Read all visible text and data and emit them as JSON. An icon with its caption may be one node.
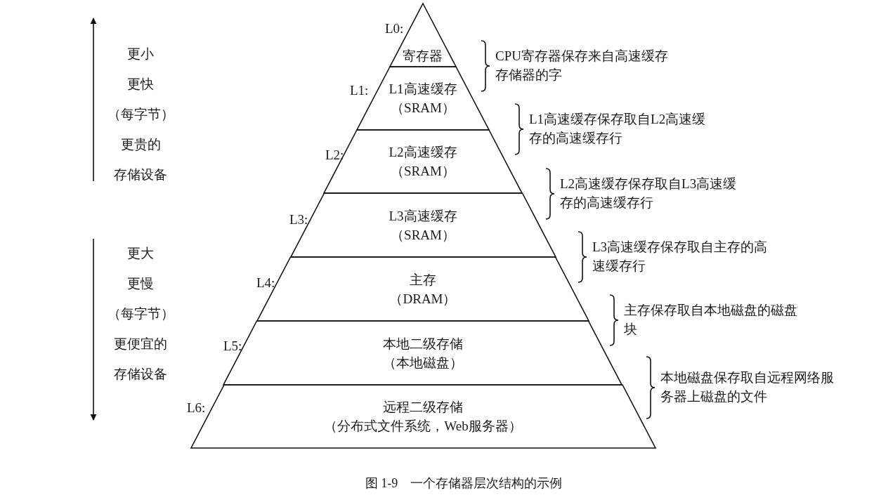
{
  "diagram": {
    "caption": "图 1-9　一个存储器层次结构的示例",
    "nodes": [
      {
        "text": [
          "寄存器"
        ],
        "beside": [
          "L0:"
        ]
      },
      {
        "text": [
          "L1高速缓存",
          "（SRAM）"
        ],
        "beside": [
          "L1:"
        ]
      },
      {
        "text": [
          "L2高速缓存",
          "（SRAM）"
        ],
        "beside": [
          "L2:"
        ]
      },
      {
        "text": [
          "L3高速缓存",
          "（SRAM）"
        ],
        "beside": [
          "L3:"
        ]
      },
      {
        "text": [
          "主存",
          "（DRAM）"
        ],
        "beside": [
          "L4:"
        ]
      },
      {
        "text": [
          "本地二级存储",
          "（本地磁盘）"
        ],
        "beside": [
          "L5:"
        ]
      },
      {
        "text": [
          "远程二级存储",
          "（分布式文件系统，Web服务器）"
        ],
        "beside": [
          "L6:"
        ]
      }
    ],
    "edges": [],
    "labels": [
      "更小",
      "更快",
      "（每字节）",
      "更贵的",
      "存储设备",
      "更大",
      "更慢",
      "（每字节）",
      "更便宜的",
      "存储设备",
      "CPU寄存器保存来自高速缓存存储器的字",
      "L1高速缓存保存取自L2高速缓存的高速缓存行",
      "L2高速缓存保存取自L3高速缓存的高速缓存行",
      "L3高速缓存保存取自主存的高速缓存行",
      "主存保存取自本地磁盘的磁盘块",
      "本地磁盘保存取自远程网络服务器上磁盘的文件"
    ]
  }
}
